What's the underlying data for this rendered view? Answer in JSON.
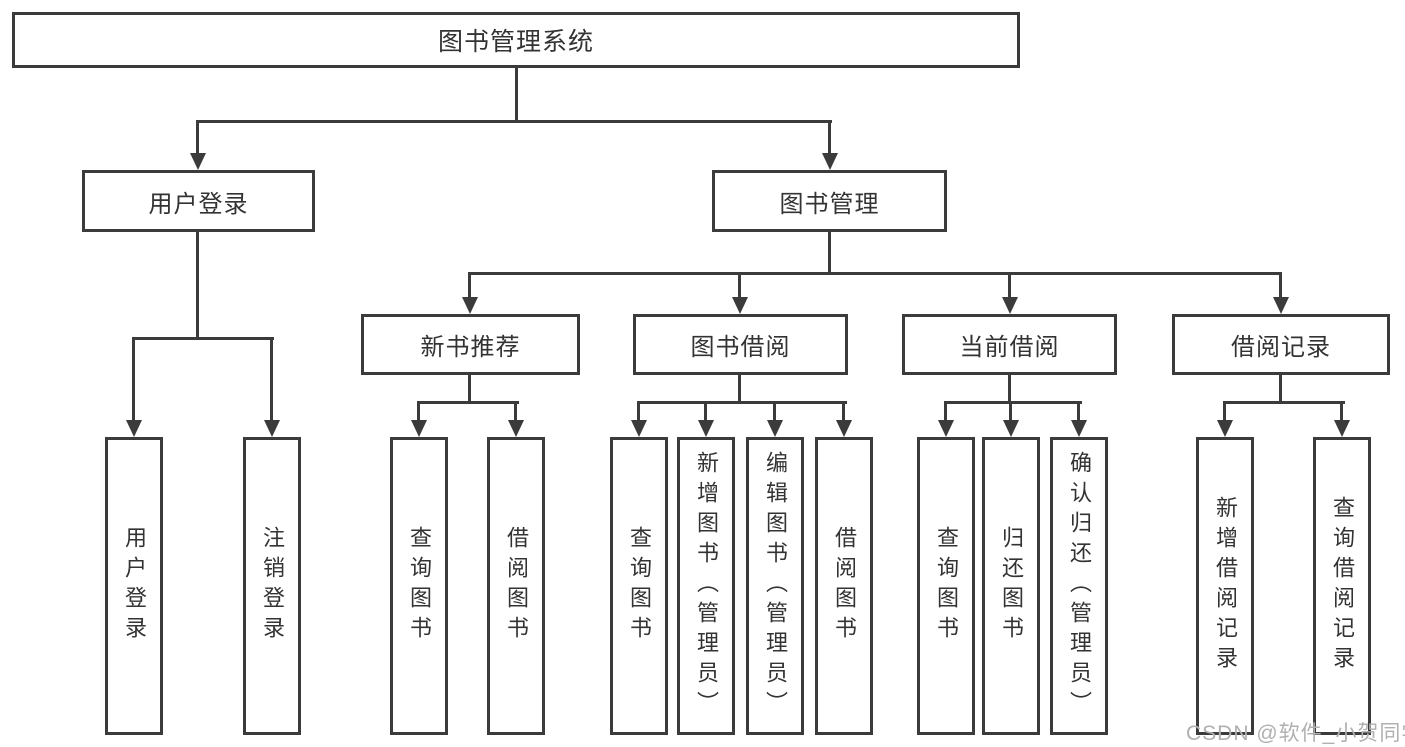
{
  "diagram_title": "图书管理系统",
  "nodes": {
    "root": "图书管理系统",
    "user_login": "用户登录",
    "book_management": "图书管理",
    "new_book_recommend": "新书推荐",
    "book_borrow": "图书借阅",
    "current_borrow": "当前借阅",
    "borrow_records": "借阅记录",
    "leaf_user_login": "用户登录",
    "leaf_logout": "注销登录",
    "leaf_nbr_query": "查询图书",
    "leaf_nbr_borrow": "借阅图书",
    "leaf_bb_query": "查询图书",
    "leaf_bb_add": "新增图书（管理员）",
    "leaf_bb_edit": "编辑图书（管理员）",
    "leaf_bb_borrow": "借阅图书",
    "leaf_cb_query": "查询图书",
    "leaf_cb_return": "归还图书",
    "leaf_cb_confirm": "确认归还（管理员）",
    "leaf_br_add": "新增借阅记录",
    "leaf_br_query": "查询借阅记录"
  },
  "watermark": "CSDN @软件_小贺同学",
  "colors": {
    "line": "#3b3b3b",
    "text": "#333333",
    "box_background": "#ffffff",
    "watermark": "#b0b0b0"
  }
}
